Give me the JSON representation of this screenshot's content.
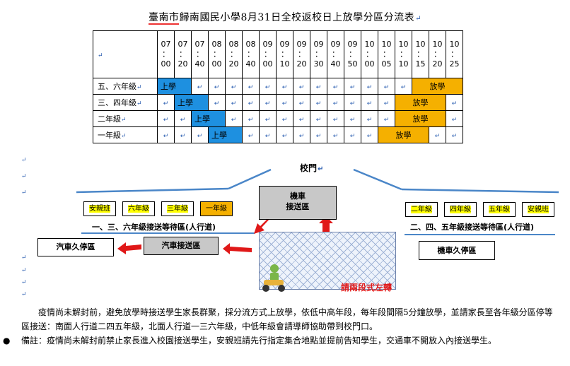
{
  "title": {
    "school_prefix": "臺南市",
    "school_name": "歸南",
    "school_suffix": "國民小學",
    "rest": "8月31日全校返校日上放學分區分流表"
  },
  "time_slots": [
    "07\n：\n00",
    "07\n：\n20",
    "07\n：\n40",
    "08\n：\n00",
    "08\n：\n20",
    "08\n：\n40",
    "09\n：\n00",
    "09\n：\n10",
    "09\n：\n20",
    "09\n：\n30",
    "09\n：\n40",
    "09\n：\n50",
    "10\n：\n00",
    "10\n：\n05",
    "10\n：\n10",
    "10\n：\n15",
    "10\n：\n20",
    "10\n：\n25"
  ],
  "rows": [
    {
      "label": "五、六年級",
      "up_start": 0,
      "up_span": 2,
      "down_start": 15,
      "down_span": 3
    },
    {
      "label": "三、四年級",
      "up_start": 1,
      "up_span": 2,
      "down_start": 14,
      "down_span": 3
    },
    {
      "label": "二年級",
      "up_start": 2,
      "up_span": 2,
      "down_start": 14,
      "down_span": 3
    },
    {
      "label": "一年級",
      "up_start": 3,
      "up_span": 2,
      "down_start": 13,
      "down_span": 3
    }
  ],
  "labels": {
    "up": "上學",
    "down": "放學"
  },
  "map": {
    "gate": "校門",
    "moto_zone": "機車\n接送區",
    "left_classes": [
      "安親班",
      "六年級",
      "三年級",
      "一年級"
    ],
    "right_classes": [
      "二年級",
      "四年級",
      "五年級",
      "安親班"
    ],
    "left_wait": "一、三、六年級接送等待區(人行道)",
    "right_wait": "二、四、五年級接送等待區(人行道)",
    "car_parking_left": "汽車久停區",
    "car_pickup": "汽車接送區",
    "moto_parking_right": "機車久停區",
    "two_stage": "請兩段式左轉"
  },
  "notes": {
    "p1": "疫情尚未解封前，避免放學時接送學生家長群聚，採分流方式上放學，依低中高年段，每年段間隔5分鐘放學，並請家長至各年級分區停等區接送：南面人行道二四五年級，北面人行道一三六年級，中低年級會請導師協助帶到校門口。",
    "bullet": "●",
    "p2": "備註：疫情尚未解封前禁止家長進入校園接送學生，安親班請先行指定集合地點並提前告知學生，交通車不開放入內接送學生。"
  },
  "colors": {
    "up": "#1e90e0",
    "down": "#f5b000",
    "arrow": "#e01818",
    "line": "#4a86c8"
  }
}
